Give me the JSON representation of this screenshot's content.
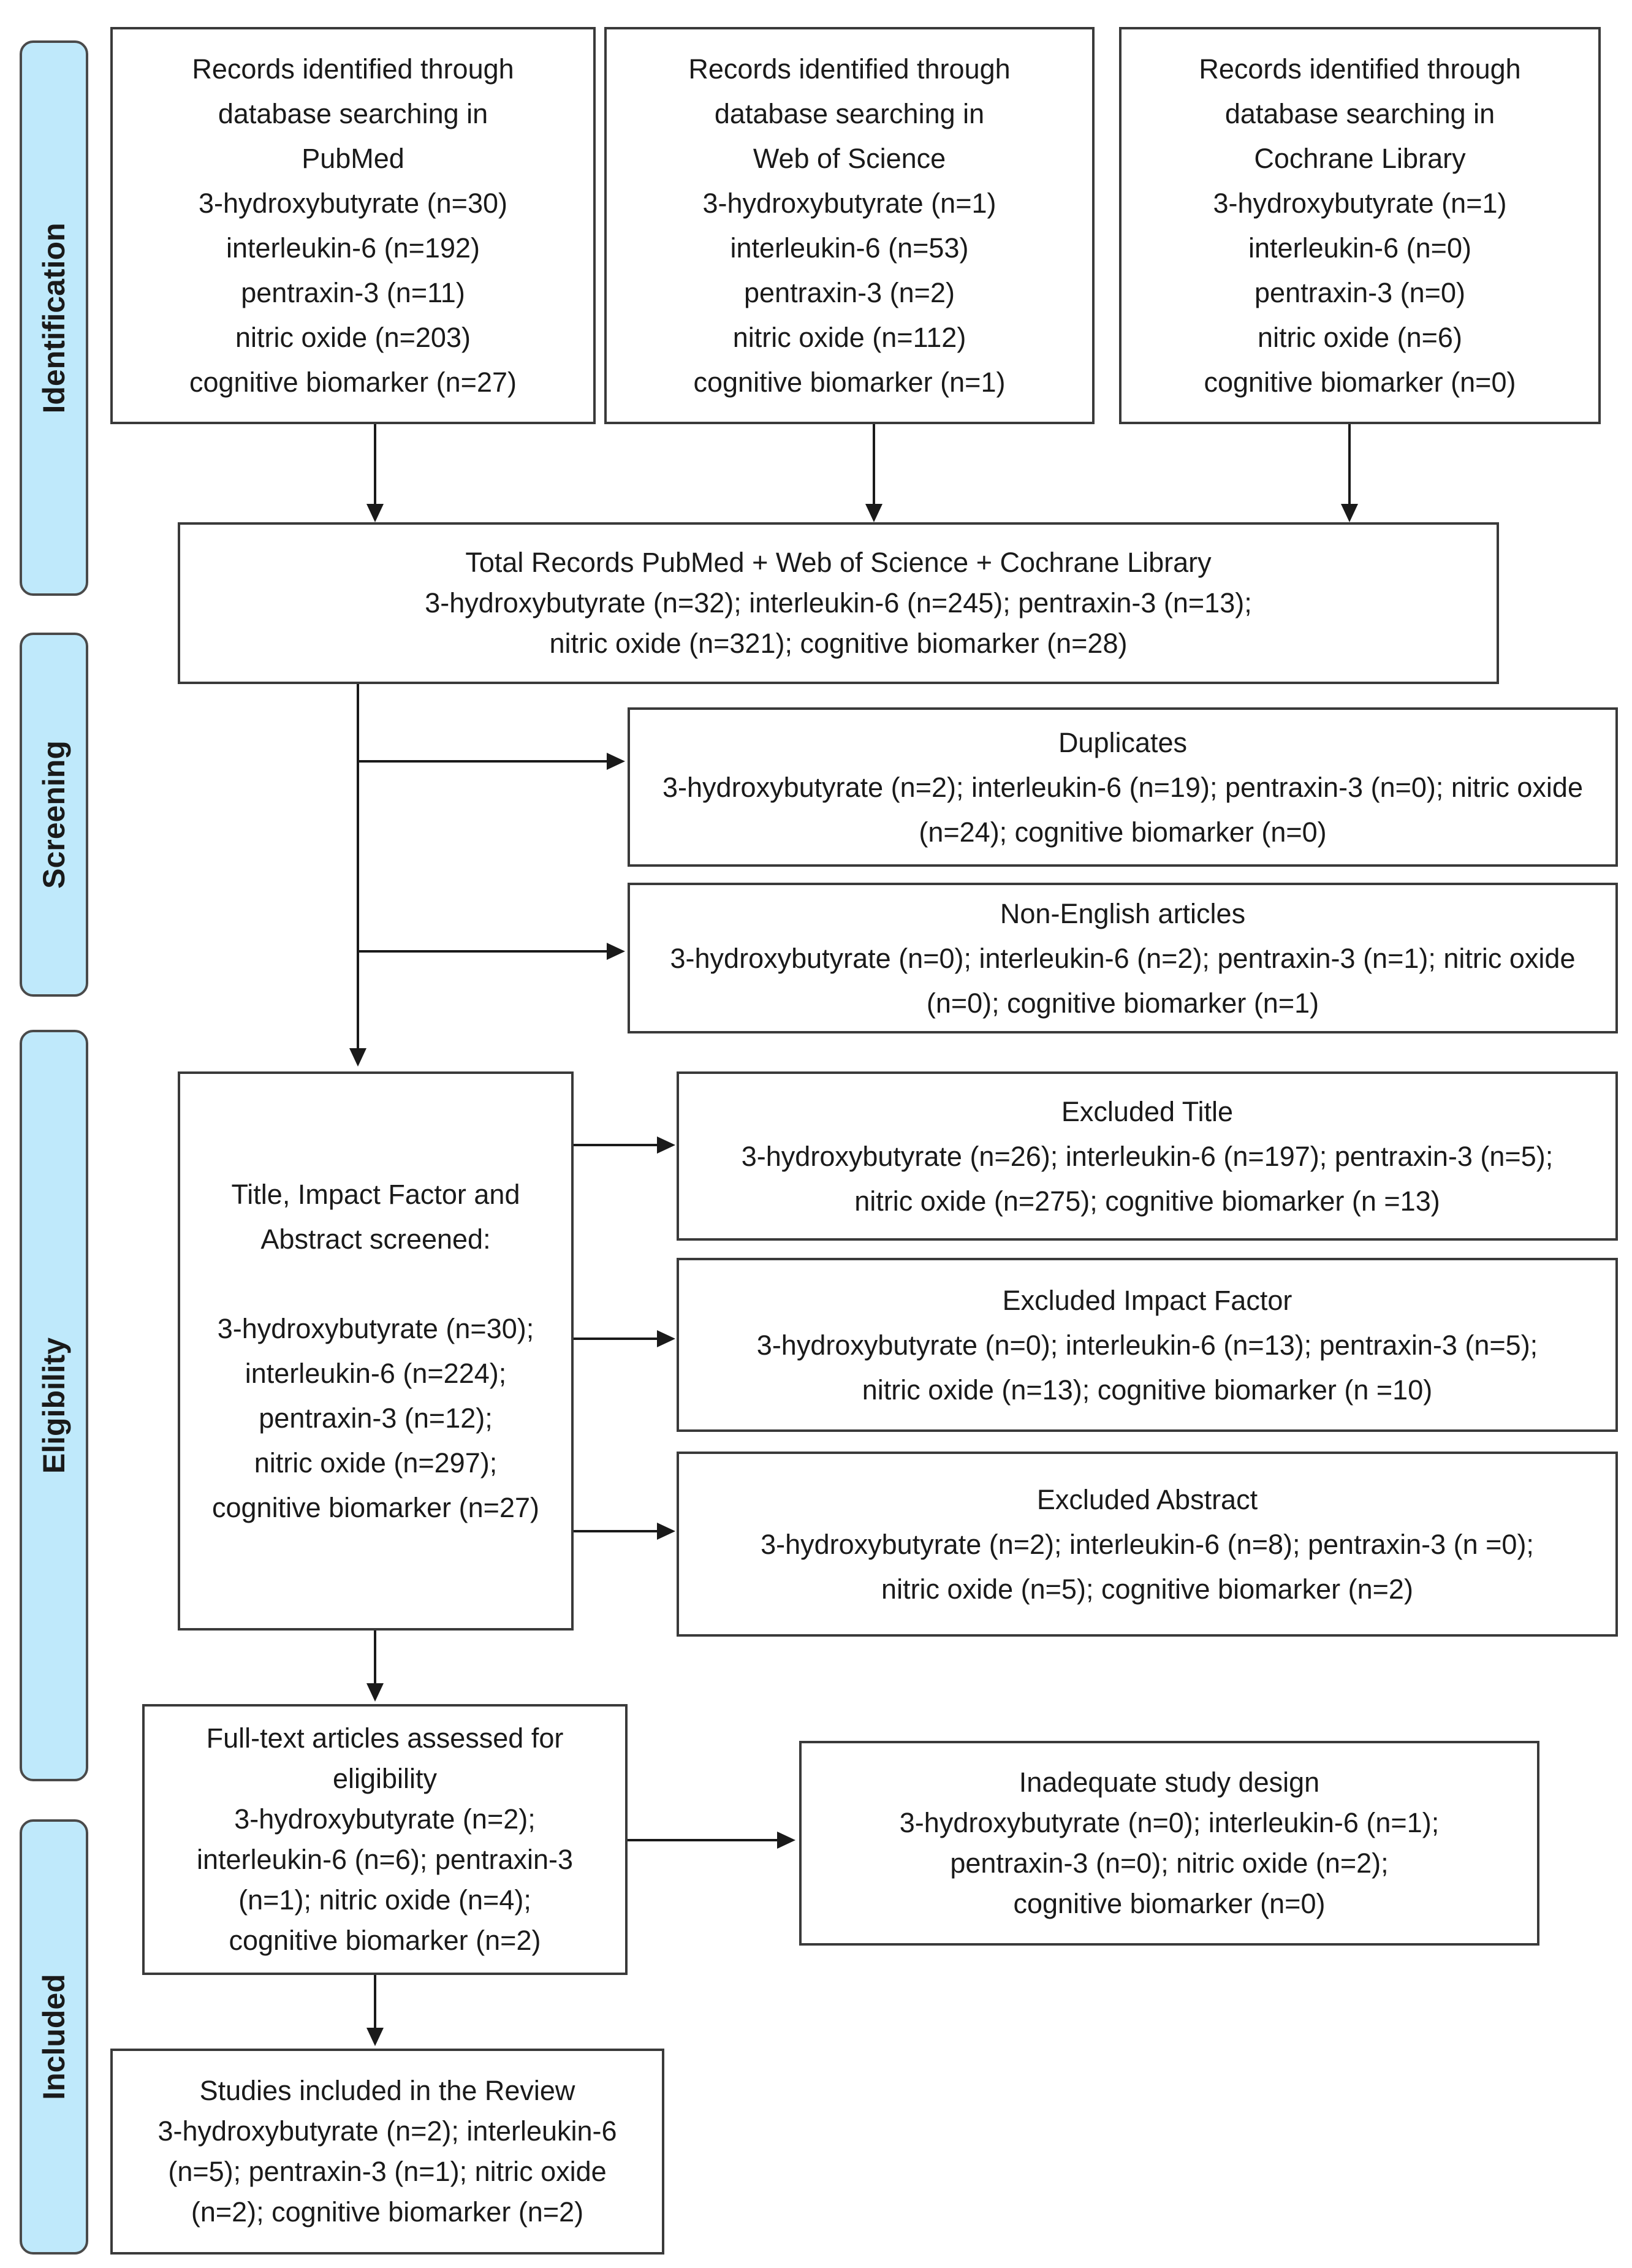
{
  "phases": {
    "identification": "Identification",
    "screening": "Screening",
    "eligibility": "Eligibility",
    "included": "Included"
  },
  "identification": {
    "pubmed": {
      "lines": [
        "Records identified through",
        "database searching in",
        "PubMed"
      ],
      "counts": [
        "3-hydroxybutyrate  (n=30)",
        "interleukin-6 (n=192)",
        "pentraxin-3 (n=11)",
        "nitric oxide (n=203)",
        "cognitive biomarker (n=27)"
      ]
    },
    "wos": {
      "lines": [
        "Records identified through",
        "database searching in",
        "Web of Science"
      ],
      "counts": [
        "3-hydroxybutyrate (n=1)",
        "interleukin-6 (n=53)",
        "pentraxin-3 (n=2)",
        "nitric oxide (n=112)",
        "cognitive biomarker (n=1)"
      ]
    },
    "cochrane": {
      "lines": [
        "Records identified through",
        "database searching in",
        "Cochrane Library"
      ],
      "counts": [
        "3-hydroxybutyrate (n=1)",
        "interleukin-6 (n=0)",
        "pentraxin-3 (n=0)",
        "nitric oxide (n=6)",
        "cognitive biomarker (n=0)"
      ]
    }
  },
  "total": {
    "lines": [
      "Total Records PubMed + Web of Science + Cochrane Library",
      "3-hydroxybutyrate (n=32); interleukin-6 (n=245); pentraxin-3 (n=13);",
      "nitric oxide (n=321); cognitive biomarker (n=28)"
    ]
  },
  "duplicates": {
    "title": "Duplicates",
    "text": "3-hydroxybutyrate (n=2); interleukin-6 (n=19); pentraxin-3 (n=0);  nitric oxide (n=24); cognitive biomarker (n=0)"
  },
  "non_english": {
    "title": "Non-English articles",
    "text": "3-hydroxybutyrate (n=0); interleukin-6 (n=2); pentraxin-3 (n=1); nitric oxide (n=0); cognitive biomarker (n=1)"
  },
  "screened": {
    "lines": [
      "Title, Impact Factor and",
      "Abstract screened:"
    ],
    "counts": [
      "3-hydroxybutyrate (n=30);",
      "interleukin-6 (n=224);",
      "pentraxin-3 (n=12);",
      "nitric oxide (n=297);",
      "cognitive biomarker (n=27)"
    ]
  },
  "excluded_title": {
    "title": "Excluded Title",
    "lines": [
      "3-hydroxybutyrate (n=26); interleukin-6 (n=197); pentraxin-3 (n=5);",
      "nitric oxide (n=275); cognitive biomarker (n =13)"
    ]
  },
  "excluded_impact": {
    "title": "Excluded Impact Factor",
    "lines": [
      "3-hydroxybutyrate (n=0); interleukin-6 (n=13); pentraxin-3 (n=5);",
      "nitric oxide (n=13); cognitive biomarker (n =10)"
    ]
  },
  "excluded_abstract": {
    "title": "Excluded Abstract",
    "lines": [
      "3-hydroxybutyrate (n=2); interleukin-6 (n=8); pentraxin-3 (n =0);",
      "nitric oxide (n=5); cognitive biomarker (n=2)"
    ]
  },
  "fulltext": {
    "lines": [
      "Full-text articles assessed for",
      "eligibility",
      "3-hydroxybutyrate (n=2);",
      "interleukin-6 (n=6); pentraxin-3",
      "(n=1); nitric oxide (n=4);",
      "cognitive biomarker (n=2)"
    ]
  },
  "inadequate": {
    "lines": [
      "Inadequate study design",
      "3-hydroxybutyrate (n=0); interleukin-6 (n=1);",
      "pentraxin-3 (n=0); nitric oxide (n=2);",
      "cognitive biomarker (n=0)"
    ]
  },
  "included": {
    "lines": [
      "Studies included in the Review",
      "3-hydroxybutyrate (n=2); interleukin-6",
      "(n=5); pentraxin-3 (n=1); nitric oxide",
      "(n=2); cognitive biomarker (n=2)"
    ]
  }
}
